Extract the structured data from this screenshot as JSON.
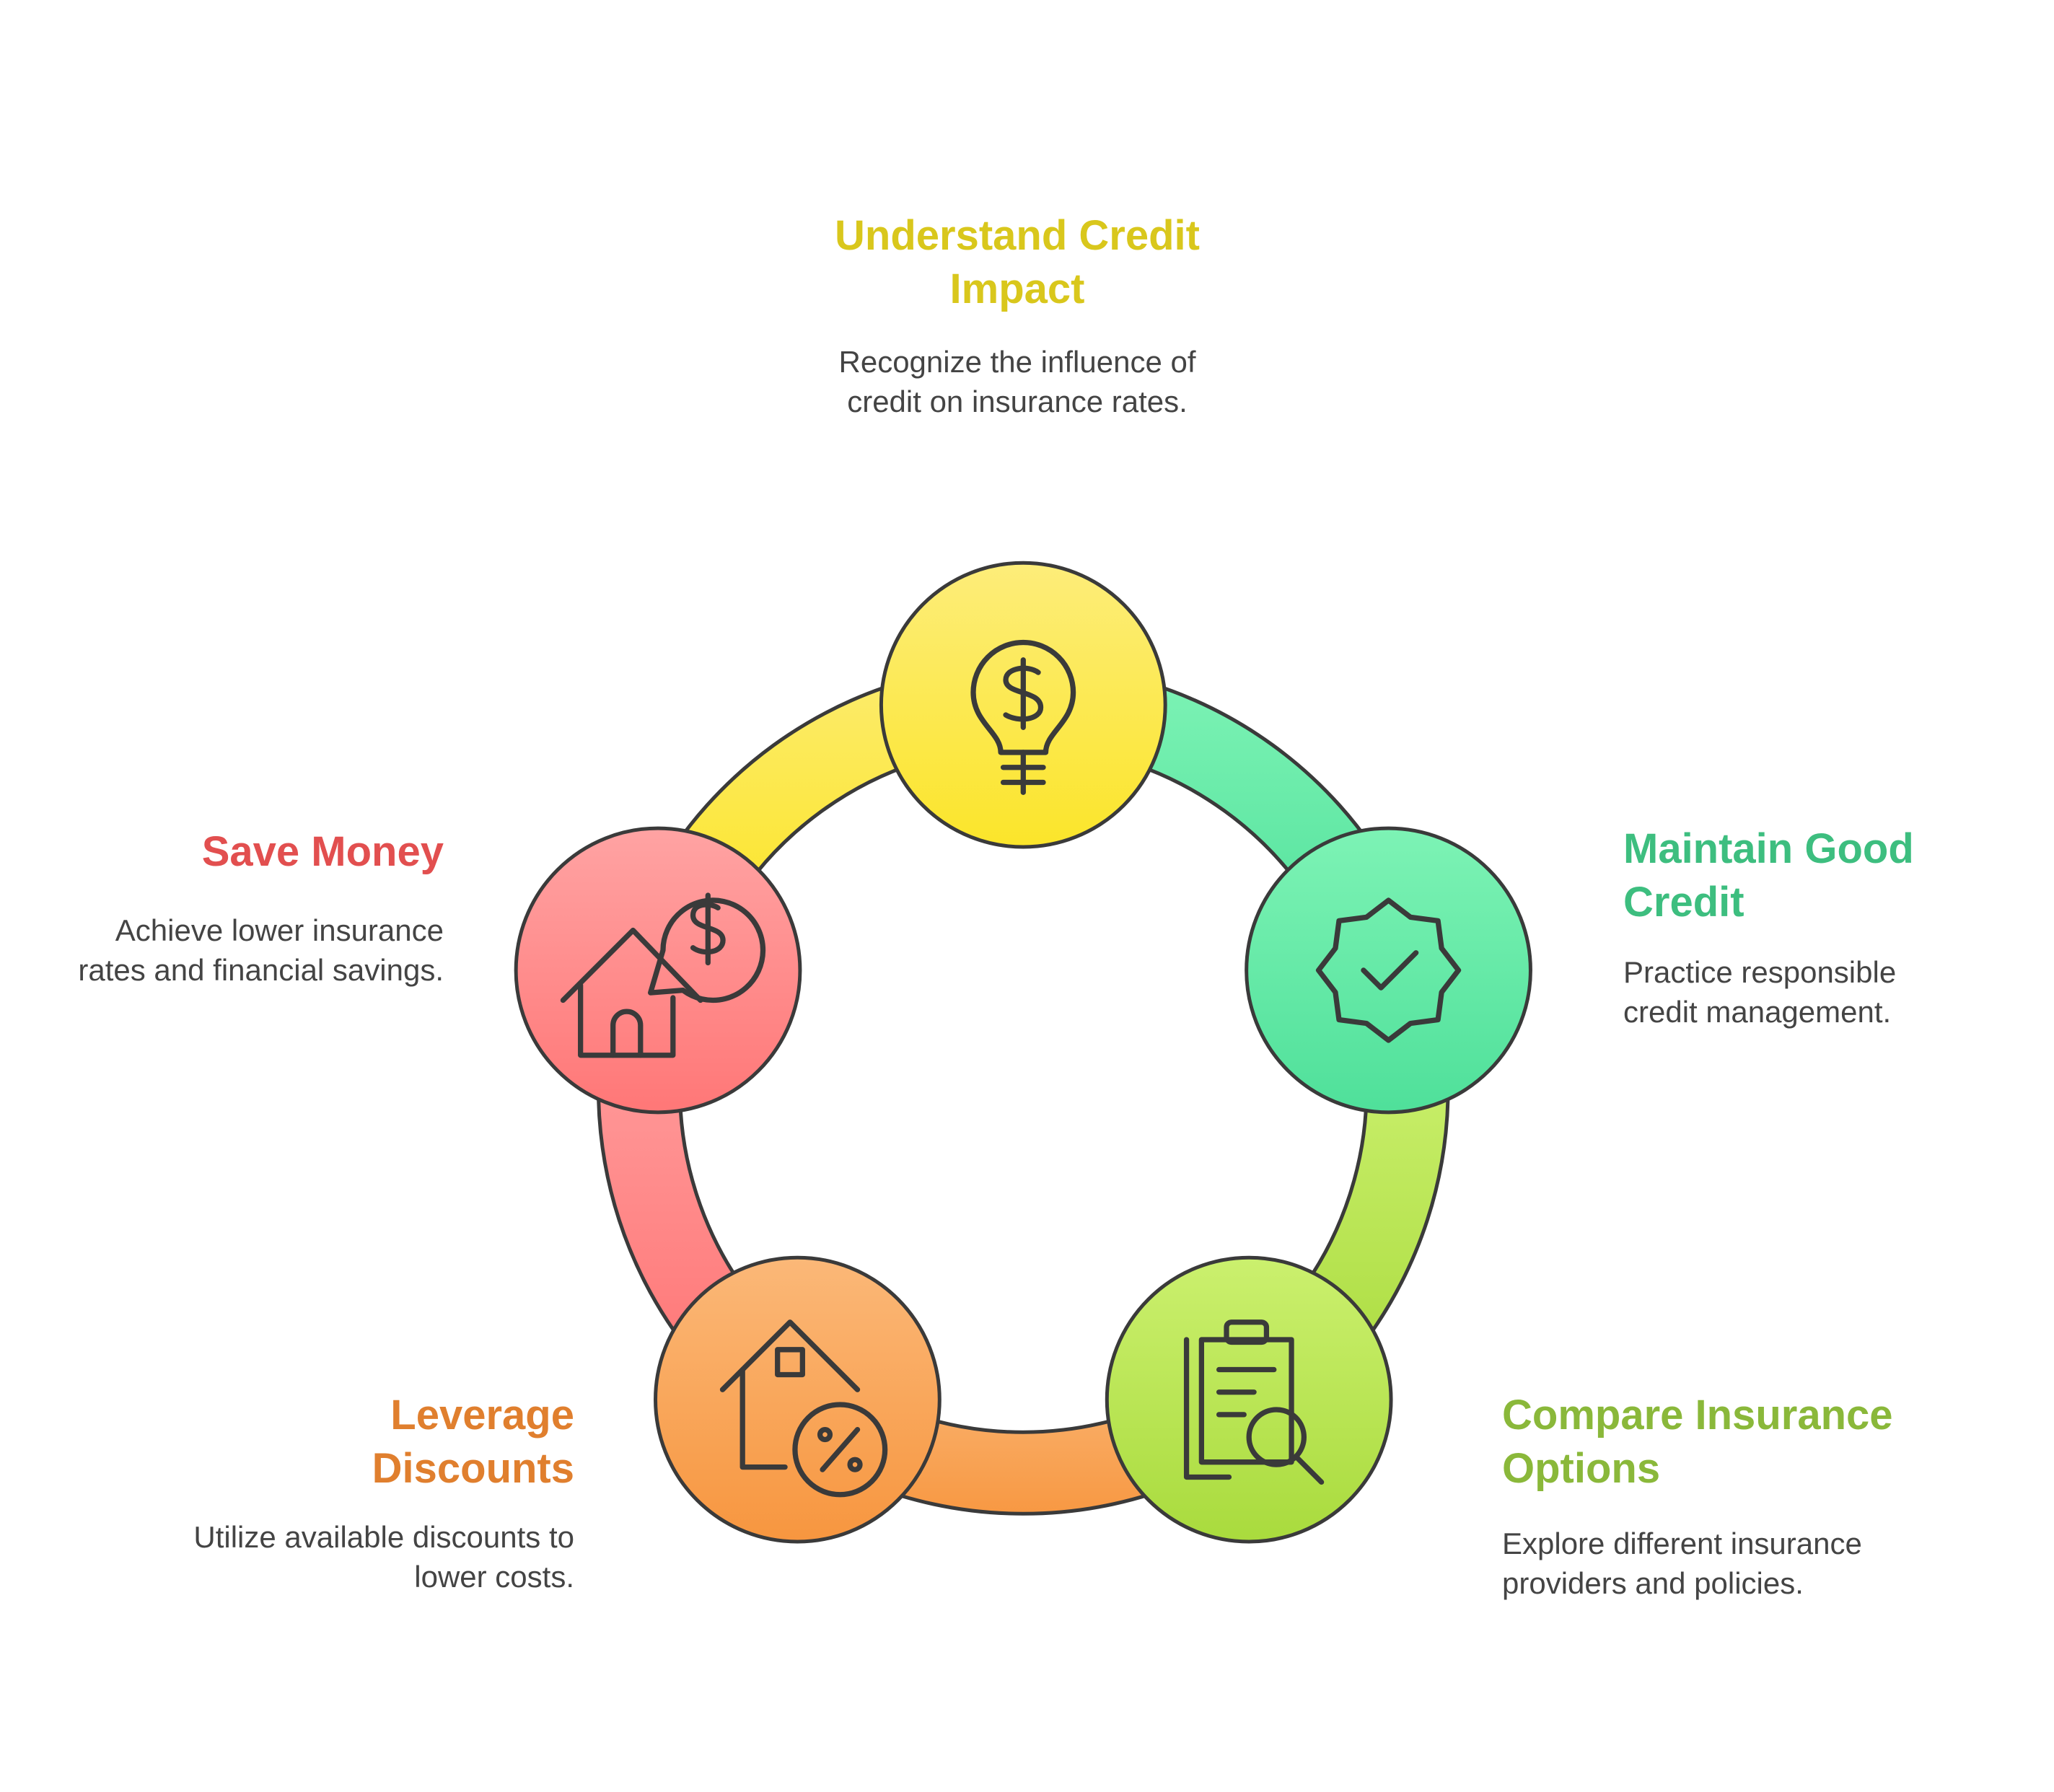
{
  "steps": [
    {
      "id": "understand-credit-impact",
      "title": "Understand Credit Impact",
      "description": "Recognize the influence of credit on insurance rates.",
      "icon": "lightbulb-dollar-icon",
      "color": "#D9C71C",
      "fill_top": "#FDED7A",
      "fill_bottom": "#FBE52A"
    },
    {
      "id": "maintain-good-credit",
      "title": "Maintain Good Credit",
      "description": "Practice responsible credit management.",
      "icon": "verified-badge-icon",
      "color": "#3DBE7F",
      "fill_top": "#7DF3B5",
      "fill_bottom": "#4FE09A"
    },
    {
      "id": "compare-insurance-options",
      "title": "Compare Insurance Options",
      "description": "Explore different insurance providers and policies.",
      "icon": "clipboard-search-icon",
      "color": "#8AB83A",
      "fill_top": "#CBF06E",
      "fill_bottom": "#A9DB3D"
    },
    {
      "id": "leverage-discounts",
      "title": "Leverage Discounts",
      "description": "Utilize available discounts to lower costs.",
      "icon": "house-percent-icon",
      "color": "#E07F2E",
      "fill_top": "#FBB878",
      "fill_bottom": "#F7963F"
    },
    {
      "id": "save-money",
      "title": "Save Money",
      "description": "Achieve lower insurance rates and financial savings.",
      "icon": "house-dollar-bubble-icon",
      "color": "#E24F4F",
      "fill_top": "#FFA3A3",
      "fill_bottom": "#FF7777"
    }
  ]
}
